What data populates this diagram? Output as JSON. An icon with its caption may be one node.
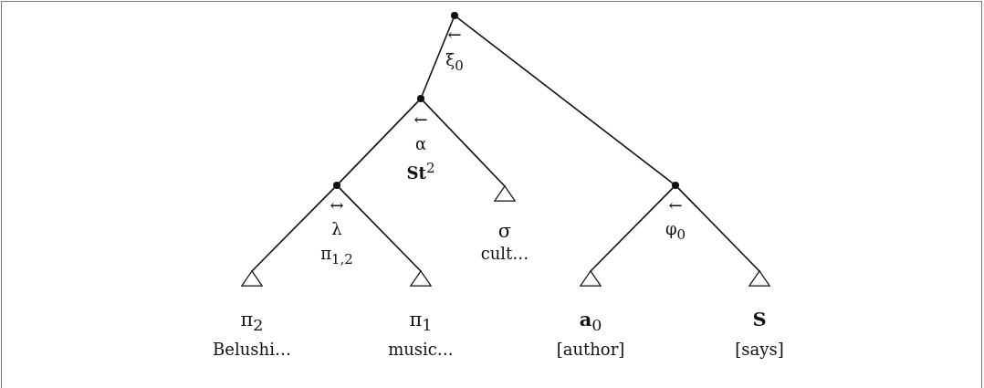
{
  "diagram": {
    "nodes": [
      {
        "text": [],
        "shape": "circle",
        "beside": [
          "←",
          "ξ$_{0}$"
        ]
      },
      {
        "text": [],
        "shape": "circle",
        "beside": [
          "←",
          "α",
          "**St**$^{2}$"
        ]
      },
      {
        "text": [],
        "shape": "circle",
        "beside": [
          "↔",
          "λ",
          "π$_{1,2}$"
        ]
      },
      {
        "text": [],
        "shape": "triangle",
        "beside": [
          "π$_{2}$",
          "Belushi…"
        ]
      },
      {
        "text": [],
        "shape": "triangle",
        "beside": [
          "π$_{1}$",
          "music…"
        ]
      },
      {
        "text": [],
        "shape": "triangle",
        "beside": [
          "σ",
          "cult…"
        ]
      },
      {
        "text": [],
        "shape": "circle",
        "beside": [
          "←",
          "φ$_{0}$"
        ]
      },
      {
        "text": [],
        "shape": "triangle",
        "beside": [
          "**a**$_{0}$",
          "[author]"
        ]
      },
      {
        "text": [],
        "shape": "triangle",
        "beside": [
          "**S**",
          "[says]"
        ]
      }
    ],
    "edges": [
      {
        "from": 0,
        "to": 1,
        "arrow": "none"
      },
      {
        "from": 0,
        "to": 6,
        "arrow": "none"
      },
      {
        "from": 1,
        "to": 2,
        "arrow": "none"
      },
      {
        "from": 1,
        "to": 5,
        "arrow": "none"
      },
      {
        "from": 2,
        "to": 3,
        "arrow": "none"
      },
      {
        "from": 2,
        "to": 4,
        "arrow": "none"
      },
      {
        "from": 6,
        "to": 7,
        "arrow": "none"
      },
      {
        "from": 6,
        "to": 8,
        "arrow": "none"
      }
    ]
  }
}
